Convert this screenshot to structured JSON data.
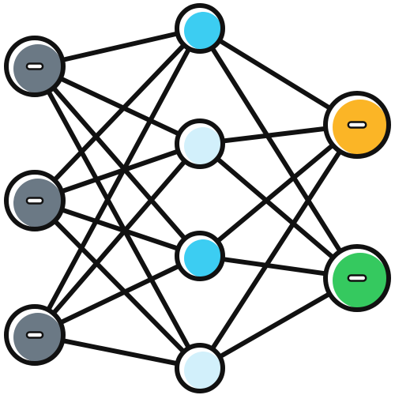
{
  "diagram": {
    "type": "neural-network",
    "layers": [
      {
        "name": "input",
        "color": "#6b7985",
        "nodes": 3,
        "node_marks": [
          "minus",
          "minus",
          "minus"
        ]
      },
      {
        "name": "hidden",
        "color_alternating": [
          "#3ccdf2",
          "#d2f0fb"
        ],
        "nodes": 4,
        "node_marks": [
          "",
          "",
          "",
          ""
        ]
      },
      {
        "name": "output",
        "colors": [
          "#fbb526",
          "#35c95f"
        ],
        "nodes": 2,
        "node_marks": [
          "minus",
          "minus"
        ]
      }
    ],
    "connections": "fully-connected",
    "colors": {
      "stroke": "#111111",
      "background": "#ffffff",
      "input_node": "#6b7985",
      "hidden_node_a": "#3ccdf2",
      "hidden_node_b": "#d2f0fb",
      "output_node_1": "#fbb526",
      "output_node_2": "#35c95f",
      "mark": "#ffffff"
    }
  }
}
